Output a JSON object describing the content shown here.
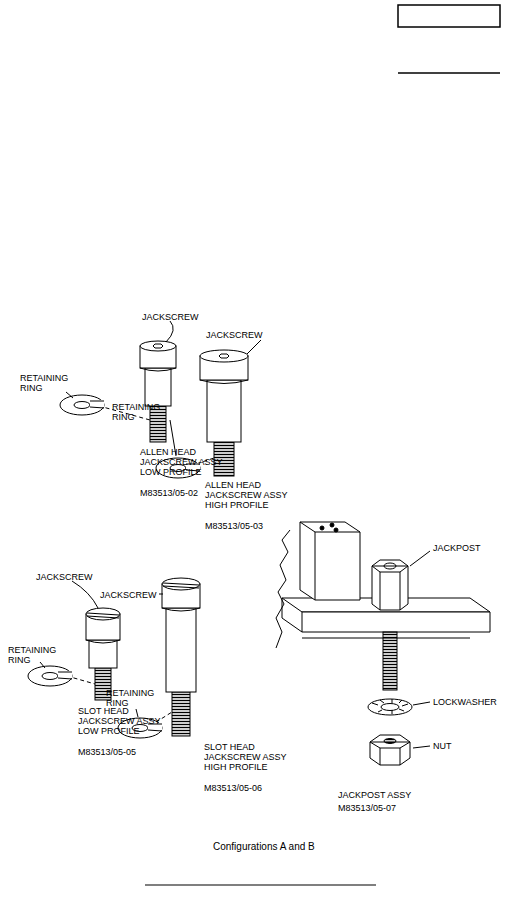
{
  "diagram": {
    "caption": "Configurations A and B",
    "labels": [
      "JACKSCREW",
      "JACKSCREW",
      "RETAINING RING",
      "RETAINING RING",
      "ALLEN HEAD JACKSCREW ASSY LOW PROFILE",
      "M83513/05-02",
      "ALLEN HEAD JACKSCREW ASSY HIGH PROFILE",
      "M83513/05-03",
      "JACKSCREW",
      "JACKSCREW",
      "RETAINING RING",
      "RETAINING RING",
      "SLOT HEAD JACKSCREW ASSY LOW PROFILE",
      "M83513/05-05",
      "SLOT HEAD JACKSCREW ASSY HIGH PROFILE",
      "M83513/05-06",
      "JACKPOST",
      "LOCKWASHER",
      "NUT",
      "JACKPOST ASSY",
      "M83513/05-07"
    ]
  }
}
